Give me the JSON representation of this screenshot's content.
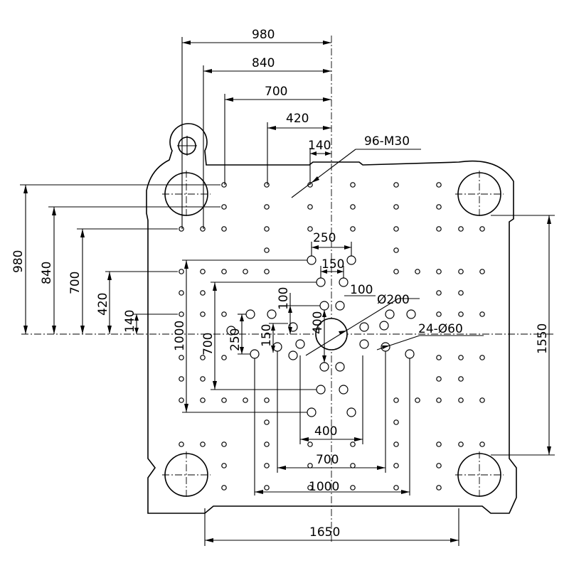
{
  "dimensions": {
    "top_980": "980",
    "top_840": "840",
    "top_700": "700",
    "top_420": "420",
    "top_140": "140",
    "left_980": "980",
    "left_840": "840",
    "left_700": "700",
    "left_420": "420",
    "left_140": "140",
    "center_250_top": "250",
    "center_150_top": "150",
    "center_100_right": "100",
    "center_dia200": "Ø200",
    "center_100_vert": "100",
    "center_400_vert": "400",
    "center_150_vert": "150",
    "center_250_vert": "250",
    "left_1000": "1000",
    "left_700_inner": "700",
    "right_1550": "1550",
    "bottom_400": "400",
    "bottom_700": "700",
    "bottom_1000": "1000",
    "bottom_1650": "1650"
  },
  "callouts": {
    "tapped_holes": "96-M30",
    "through_holes": "24-Ø60"
  }
}
